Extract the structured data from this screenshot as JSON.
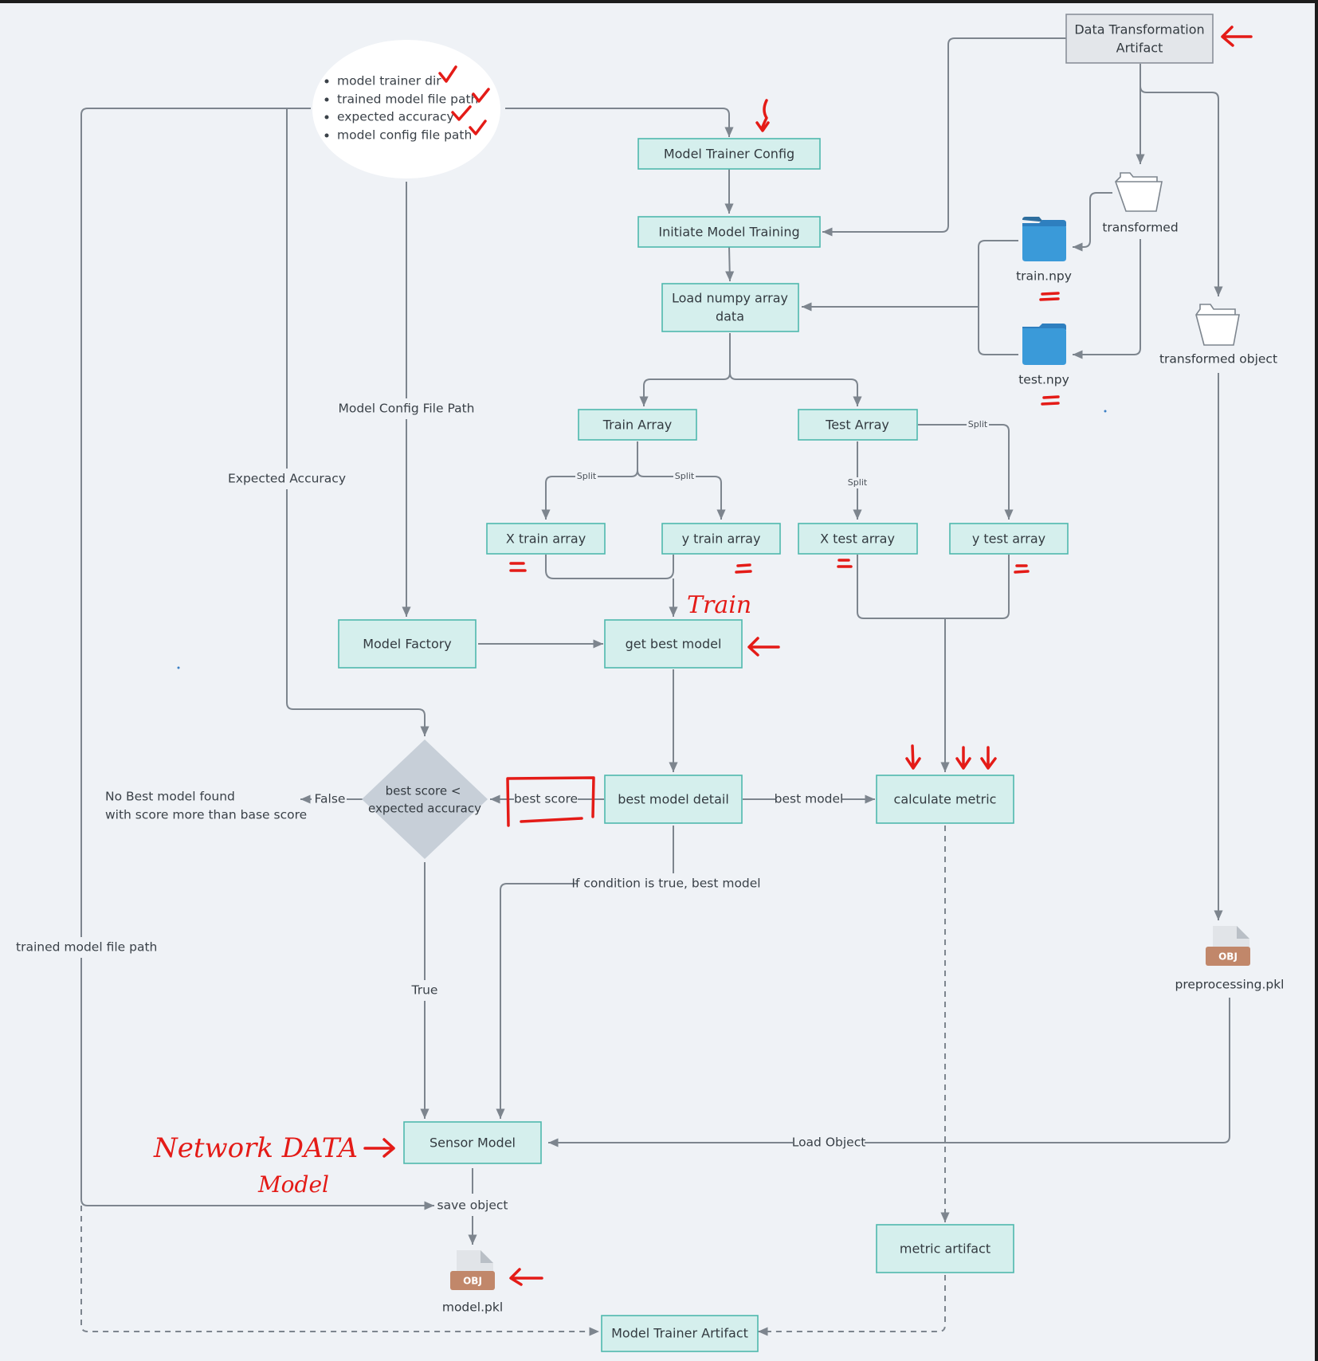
{
  "colors": {
    "background": "#eff2f6",
    "box_fill": "#d5efed",
    "box_stroke": "#4fb8ae",
    "gray_box": "#e3e6ea",
    "connector": "#7d858e",
    "annotation_red": "#e41b17",
    "folder_blue": "#3a9ad9",
    "obj_badge": "#c1876a"
  },
  "config_bubble": {
    "items": [
      "model trainer dir",
      "trained model file path",
      "expected accuracy",
      "model config file path"
    ]
  },
  "nodes": {
    "data_transformation_artifact": [
      "Data Transformation",
      "Artifact"
    ],
    "model_trainer_config": "Model Trainer Config",
    "initiate_model_training": "Initiate Model Training",
    "load_numpy": [
      "Load numpy array",
      "data"
    ],
    "train_array": "Train Array",
    "test_array": "Test Array",
    "x_train": "X train array",
    "y_train": "y train array",
    "x_test": "X test array",
    "y_test": "y test array",
    "model_factory": "Model Factory",
    "get_best_model": "get best model",
    "best_model_detail": "best model detail",
    "calculate_metric": "calculate metric",
    "decision": [
      "best score <",
      "expected accuracy"
    ],
    "sensor_model": "Sensor Model",
    "metric_artifact": "metric artifact",
    "model_trainer_artifact": "Model Trainer Artifact"
  },
  "files": {
    "transformed": "transformed",
    "train_npy": "train.npy",
    "test_npy": "test.npy",
    "transformed_object": "transformed object",
    "preprocessing_pkl": "preprocessing.pkl",
    "model_pkl": "model.pkl",
    "obj_badge": "OBJ"
  },
  "edge_labels": {
    "model_config_file_path": "Model Config File Path",
    "expected_accuracy": "Expected Accuracy",
    "trained_model_file_path": "trained model file path",
    "split": "Split",
    "best_score": "best score",
    "best_model": "best model",
    "false": "False",
    "true": "True",
    "no_best_model": [
      "No Best model found",
      "with score more than base score"
    ],
    "if_condition": "If condition is true, best model",
    "load_object": "Load Object",
    "save_object": "save object"
  },
  "handwritten": {
    "train": "Train",
    "network_data": "Network DATA",
    "model": "Model"
  }
}
